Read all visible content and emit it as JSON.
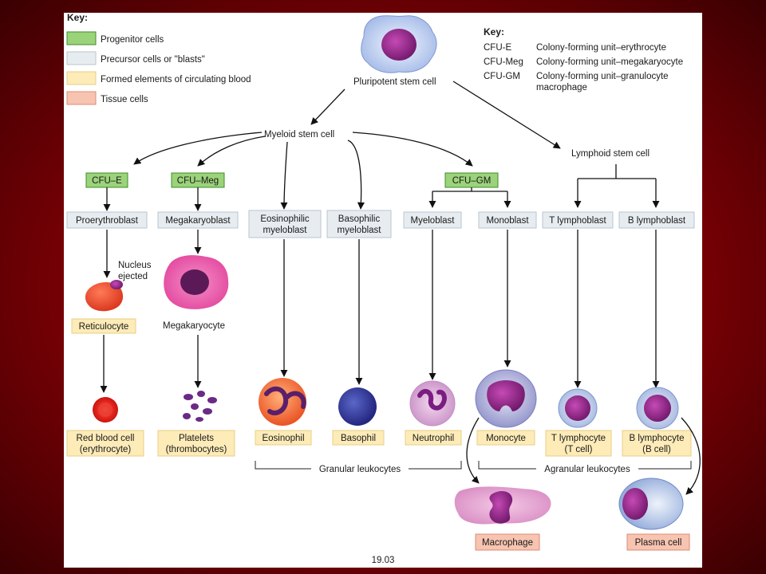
{
  "key_left": {
    "title": "Key:",
    "items": [
      {
        "label": "Progenitor cells",
        "color": "#9bd37a"
      },
      {
        "label": "Precursor cells or \"blasts\"",
        "color": "#e7ecf0"
      },
      {
        "label": "Formed elements of circulating blood",
        "color": "#fdebb8"
      },
      {
        "label": "Tissue cells",
        "color": "#f7c4b1"
      }
    ]
  },
  "key_right": {
    "title": "Key:",
    "items": [
      {
        "abbr": "CFU-E",
        "def": "Colony-forming unit–erythrocyte"
      },
      {
        "abbr": "CFU-Meg",
        "def": "Colony-forming unit–megakaryocyte"
      },
      {
        "abbr": "CFU-GM",
        "def": "Colony-forming unit–granulocyte",
        "def2": "macrophage"
      }
    ]
  },
  "stem": {
    "pluripotent": "Pluripotent stem cell",
    "myeloid": "Myeloid stem cell",
    "lymphoid": "Lymphoid stem cell"
  },
  "progenitors": {
    "cfu_e": "CFU–E",
    "cfu_meg": "CFU–Meg",
    "cfu_gm": "CFU–GM"
  },
  "blasts": {
    "proerythroblast": "Proerythroblast",
    "megakaryoblast": "Megakaryoblast",
    "eosinophilic_1": "Eosinophilic",
    "eosinophilic_2": "myeloblast",
    "basophilic_1": "Basophilic",
    "basophilic_2": "myeloblast",
    "myeloblast": "Myeloblast",
    "monoblast": "Monoblast",
    "t_lymphoblast": "T lymphoblast",
    "b_lymphoblast": "B lymphoblast"
  },
  "intermediate": {
    "nucleus_1": "Nucleus",
    "nucleus_2": "ejected",
    "reticulocyte": "Reticulocyte",
    "megakaryocyte": "Megakaryocyte"
  },
  "formed": {
    "rbc_1": "Red blood cell",
    "rbc_2": "(erythrocyte)",
    "platelets_1": "Platelets",
    "platelets_2": "(thrombocytes)",
    "eosinophil": "Eosinophil",
    "basophil": "Basophil",
    "neutrophil": "Neutrophil",
    "monocyte": "Monocyte",
    "t_lymph_1": "T lymphocyte",
    "t_lymph_2": "(T cell)",
    "b_lymph_1": "B lymphocyte",
    "b_lymph_2": "(B cell)"
  },
  "groups": {
    "granular": "Granular leukocytes",
    "agranular": "Agranular leukocytes"
  },
  "tissue": {
    "macrophage": "Macrophage",
    "plasma": "Plasma cell"
  },
  "figure_number": "19.03"
}
